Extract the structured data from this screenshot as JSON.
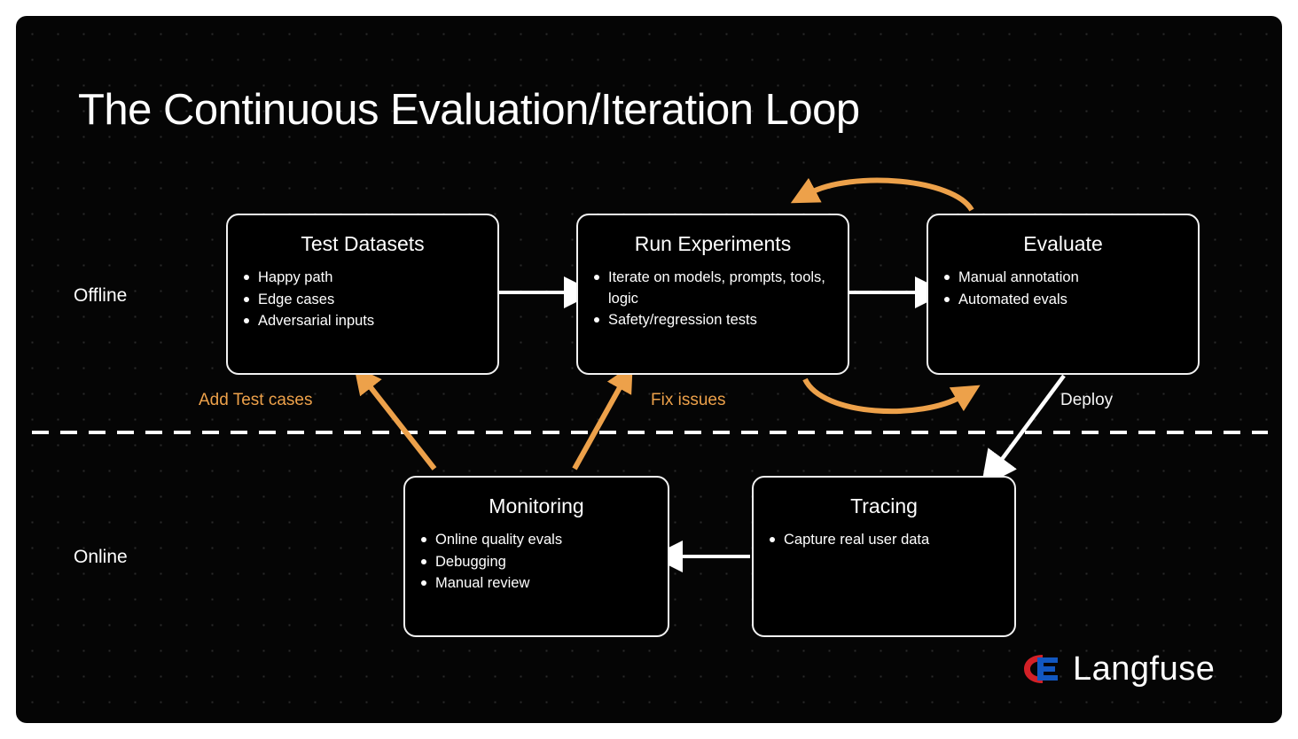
{
  "page": {
    "title": "The Continuous Evaluation/Iteration Loop",
    "background_color": "#050505",
    "outer_background": "#ffffff",
    "accent_orange": "#eda14a",
    "stroke_white": "#f2f2f2"
  },
  "lanes": [
    {
      "label": "Offline"
    },
    {
      "label": "Online"
    }
  ],
  "nodes": [
    {
      "id": "test-datasets",
      "title": "Test Datasets",
      "items": [
        "Happy path",
        "Edge cases",
        "Adversarial inputs"
      ]
    },
    {
      "id": "run-experiments",
      "title": "Run Experiments",
      "items": [
        "Iterate on models, prompts, tools, logic",
        "Safety/regression tests"
      ]
    },
    {
      "id": "evaluate",
      "title": "Evaluate",
      "items": [
        "Manual annotation",
        "Automated evals"
      ]
    },
    {
      "id": "monitoring",
      "title": "Monitoring",
      "items": [
        "Online quality evals",
        "Debugging",
        "Manual review"
      ]
    },
    {
      "id": "tracing",
      "title": "Tracing",
      "items": [
        "Capture real user data"
      ]
    }
  ],
  "edge_labels": {
    "add_test_cases": "Add Test cases",
    "fix_issues": "Fix issues",
    "deploy": "Deploy"
  },
  "brand": {
    "name": "Langfuse",
    "mark_colors": {
      "red": "#d32027",
      "blue": "#1257c0"
    }
  }
}
